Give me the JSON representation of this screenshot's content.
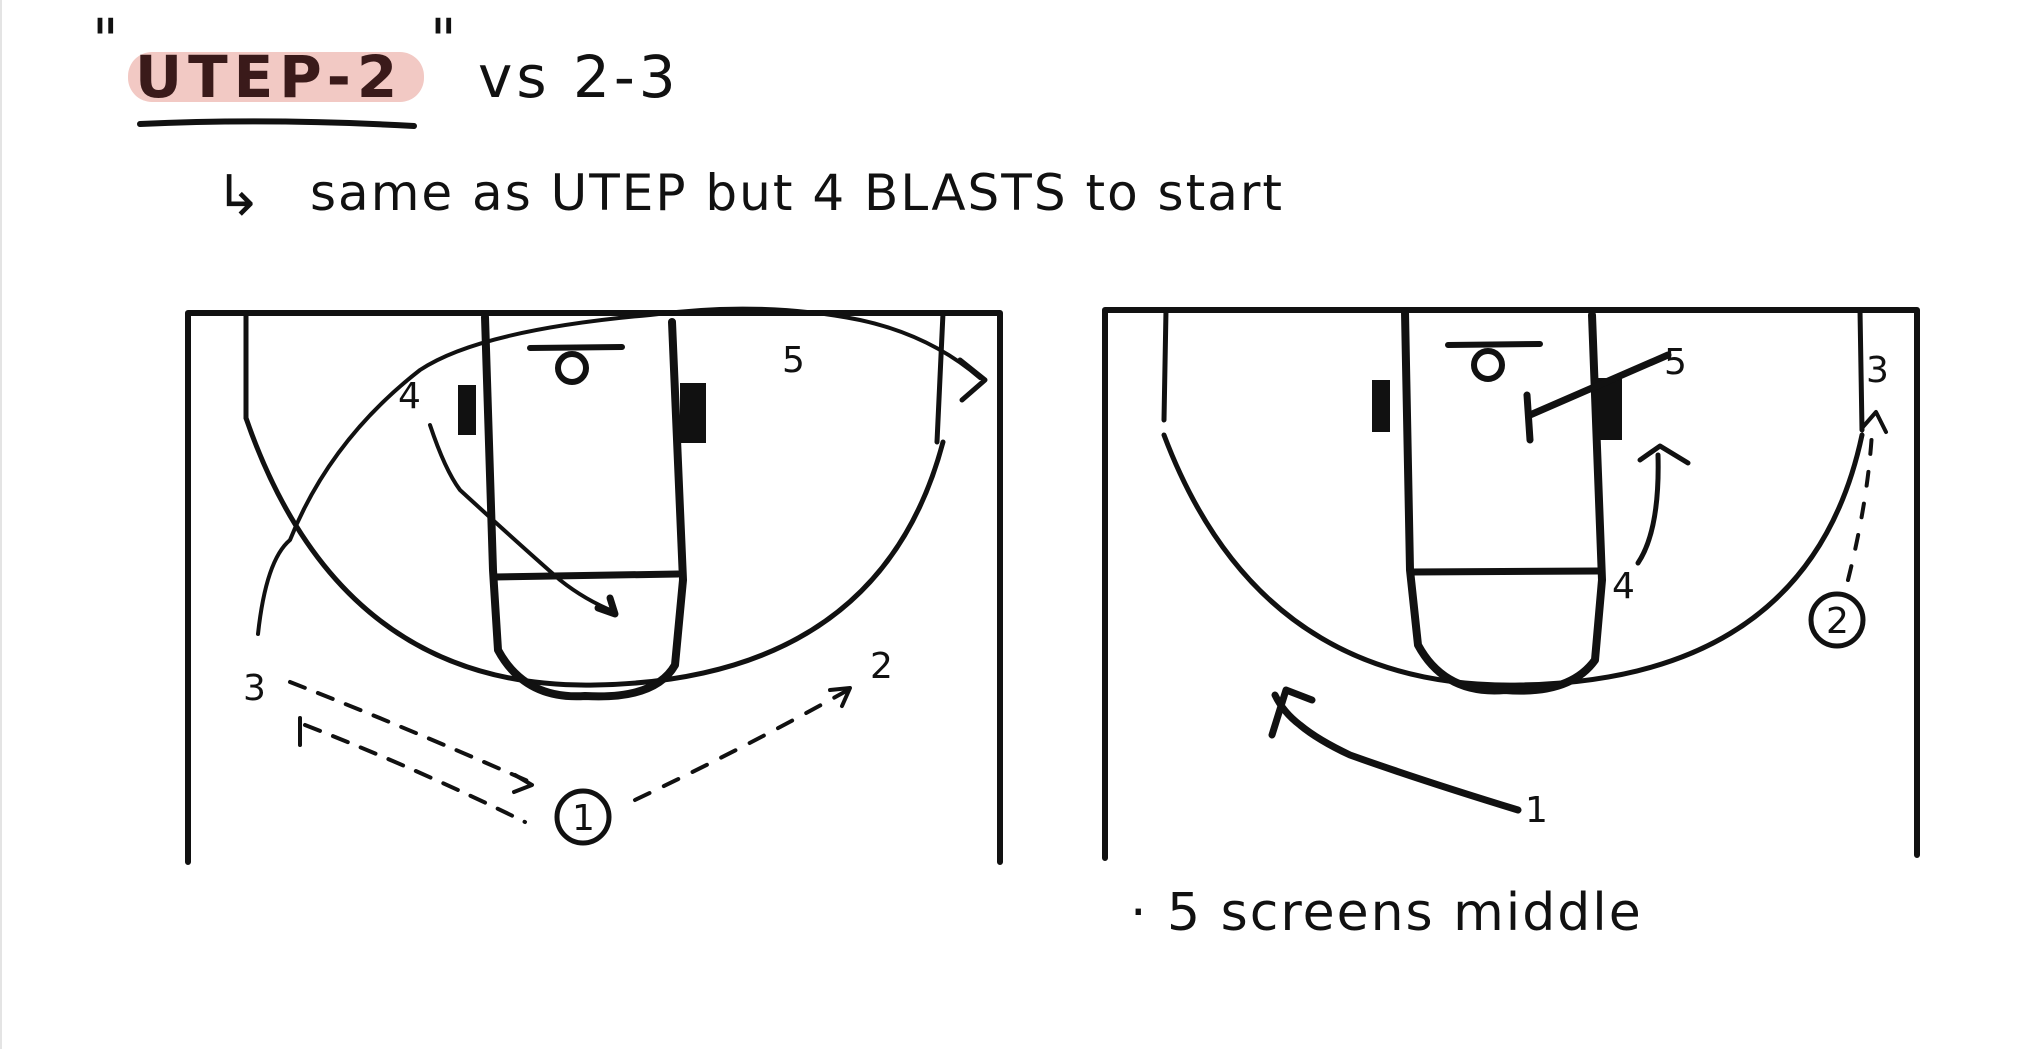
{
  "header": {
    "open_quote": "\"",
    "play_name": "UTEP-2",
    "close_quote": "\"",
    "versus": "vs 2-3",
    "arrow_glyph": "↳",
    "subtitle": "same as UTEP but 4 BLASTS to start"
  },
  "colors": {
    "ink": "#111111",
    "highlight": "#f2c9c4",
    "title_ink": "#3a1a1a"
  },
  "diagram_left": {
    "players": {
      "p1": "1",
      "p2": "2",
      "p3": "3",
      "p4": "4",
      "p5": "5"
    }
  },
  "diagram_right": {
    "players": {
      "p1": "1",
      "p2": "2",
      "p3": "3",
      "p4": "4",
      "p5": "5"
    },
    "note": "· 5 screens middle"
  }
}
